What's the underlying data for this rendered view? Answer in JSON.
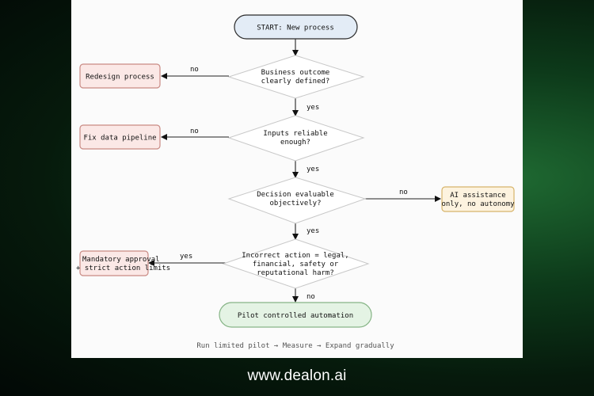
{
  "flowchart": {
    "start": "START: New process",
    "decisions": [
      {
        "line1": "Business outcome",
        "line2": "clearly defined?"
      },
      {
        "line1": "Inputs reliable",
        "line2": "enough?"
      },
      {
        "line1": "Decision evaluable",
        "line2": "objectively?"
      },
      {
        "line1": "Incorrect action = legal,",
        "line2": "financial, safety or",
        "line3": "reputational harm?"
      }
    ],
    "outcomes": {
      "redesign": "Redesign process",
      "fix_data": "Fix data pipeline",
      "ai_assist_1": "AI assistance",
      "ai_assist_2": "only, no autonomy",
      "approval_1": "Mandatory approval",
      "approval_2": "+ strict action limits",
      "pilot": "Pilot controlled automation"
    },
    "edge_labels": {
      "yes": "yes",
      "no": "no"
    },
    "footer_note": "Run limited pilot → Measure → Expand gradually"
  },
  "site": "www.dealon.ai",
  "colors": {
    "start_fill": "#e3ecf6",
    "red_fill": "#fbe8e6",
    "red_stroke": "#c98a84",
    "amber_fill": "#fdf3df",
    "amber_stroke": "#d7b46a",
    "green_fill": "#e4f3e4",
    "green_stroke": "#86b486"
  }
}
